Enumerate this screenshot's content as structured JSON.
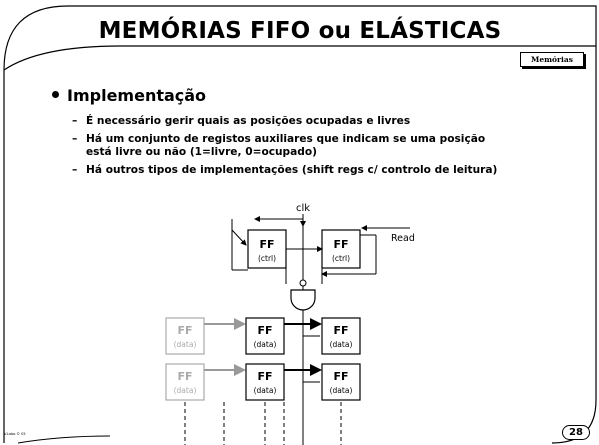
{
  "slide": {
    "title": "MEMÓRIAS FIFO ou ELÁSTICAS",
    "tag": "Memórias",
    "page_number": "28",
    "footer": "V.Lobo © 05"
  },
  "content": {
    "bullet": "Implementação",
    "subbullets": [
      "É necessário gerir quais as posições ocupadas e livres",
      "Há um conjunto de registos auxiliares que indicam se uma posição",
      "está livre ou não (1=livre, 0=ocupado)",
      "Há outros tipos de implementações (shift regs c/ controlo de leitura)"
    ]
  },
  "diagram": {
    "clk_label": "clk",
    "read_label": "Read",
    "ff_label": "FF",
    "ctrl_label": "(ctrl)",
    "data_label": "(data)"
  }
}
